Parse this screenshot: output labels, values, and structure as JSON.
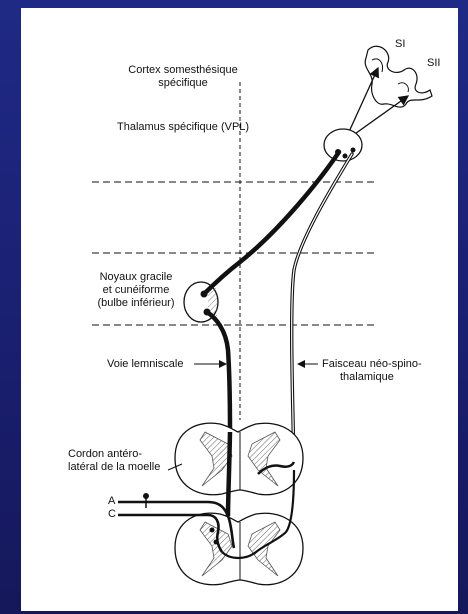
{
  "diagram": {
    "labels": {
      "si": "SI",
      "sii": "SII",
      "cortex_line1": "Cortex somesthésique",
      "cortex_line2": "spécifique",
      "thalamus": "Thalamus spécifique (VPL)",
      "noyaux_line1": "Noyaux gracile",
      "noyaux_line2": "et cunéiforme",
      "noyaux_line3": "(bulbe inférieur)",
      "voie": "Voie lemniscale",
      "faisceau_line1": "Faisceau néo-spino-",
      "faisceau_line2": "thalamique",
      "cordon_line1": "Cordon antéro-",
      "cordon_line2": "latéral de la moelle",
      "fiber_a": "A",
      "fiber_c": "C"
    }
  },
  "colors": {
    "background": "#1c2278",
    "panel": "#ffffff",
    "ink": "#111111"
  }
}
